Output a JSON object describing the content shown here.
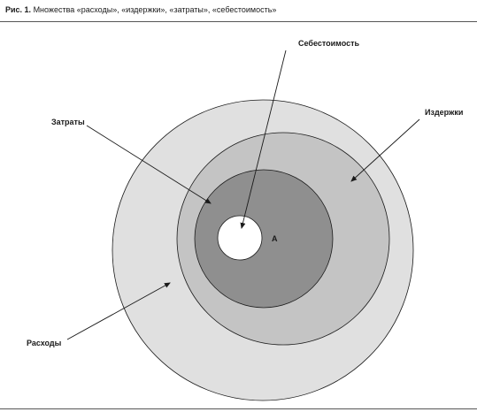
{
  "caption": {
    "fig_label": "Рис. 1.",
    "text": " Множества «расходы», «издержки», «затраты», «себестоимость»"
  },
  "diagram": {
    "labels": {
      "cost_price": "Себестоимость",
      "costs": "Затраты",
      "expenses": "Издержки",
      "outlays": "Расходы",
      "point_a": "А"
    },
    "colors": {
      "outlays_fill": "#e0e0e0",
      "expenses_fill": "#c4c4c4",
      "costs_fill": "#8f8f8f",
      "cost_price_fill": "#ffffff",
      "stroke": "#1a1a1a"
    }
  }
}
